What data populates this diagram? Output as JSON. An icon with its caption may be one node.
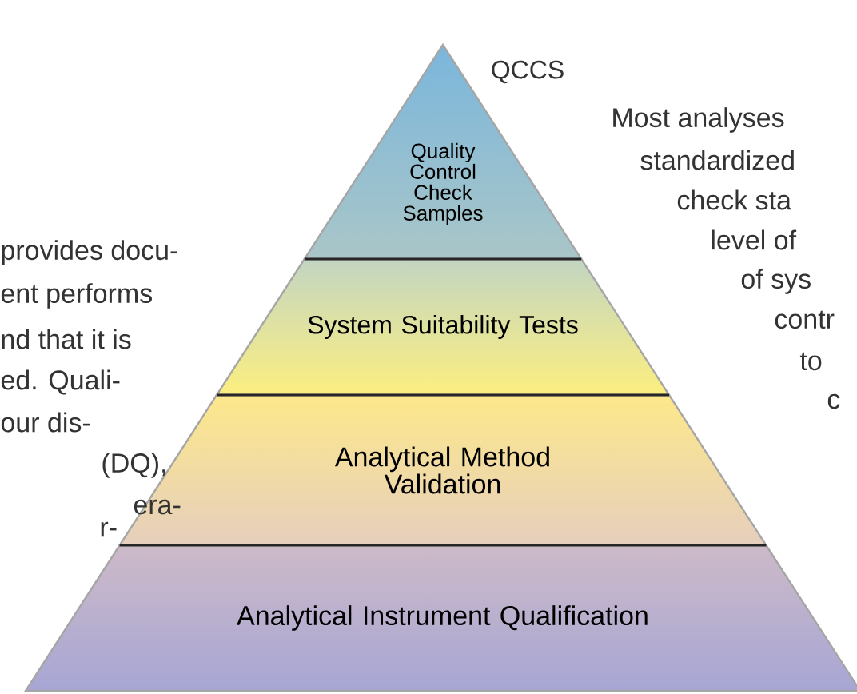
{
  "diagram": {
    "nodes": [
      {
        "text": [
          "Quality Control Check Samples"
        ]
      },
      {
        "text": [
          "System Suitability Tests"
        ]
      },
      {
        "text": [
          "Analytical Method Validation"
        ]
      },
      {
        "text": [
          "Analytical Instrument Qualification"
        ]
      }
    ],
    "labels": [
      "QCCS",
      "provides docu-",
      "ent performs",
      "nd that it is",
      "ed. Quali-",
      "our dis-",
      "(DQ),",
      "era-",
      "r-",
      "Most analyses",
      "standardized",
      "check sta",
      "level of",
      "of sys",
      "contr",
      "to",
      "c"
    ]
  }
}
